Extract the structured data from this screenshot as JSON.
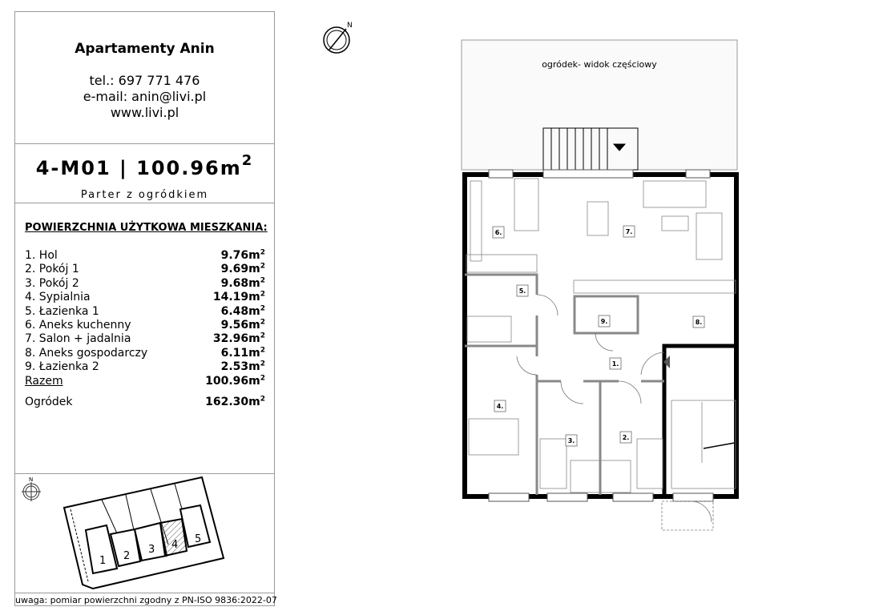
{
  "header": {
    "brand": "Apartamenty Anin",
    "phone": "tel.: 697 771 476",
    "email": "e-mail: anin@livi.pl",
    "website": "www.livi.pl"
  },
  "unit": {
    "code": "4-M01 | 100.96m",
    "code_sup": "2",
    "subtitle": "Parter z ogródkiem"
  },
  "area": {
    "heading": "POWIERZCHNIA UŻYTKOWA MIESZKANIA:",
    "unit_sup": "2",
    "rooms": [
      {
        "label": "1. Hol",
        "value": "9.76m"
      },
      {
        "label": "2. Pokój 1",
        "value": "9.69m"
      },
      {
        "label": "3. Pokój 2",
        "value": "9.68m"
      },
      {
        "label": "4. Sypialnia",
        "value": "14.19m"
      },
      {
        "label": "5. Łazienka 1",
        "value": "6.48m"
      },
      {
        "label": "6. Aneks kuchenny",
        "value": "9.56m"
      },
      {
        "label": "7. Salon + jadalnia",
        "value": "32.96m"
      },
      {
        "label": "8. Aneks gospodarczy",
        "value": "6.11m"
      },
      {
        "label": "9. Łazienka 2",
        "value": "2.53m"
      }
    ],
    "total": {
      "label": "Razem",
      "value": "100.96m"
    },
    "garden": {
      "label": "Ogródek",
      "value": "162.30m"
    }
  },
  "site_plan": {
    "north": "N",
    "units": [
      "1",
      "2",
      "3",
      "4",
      "5"
    ],
    "highlighted_unit": "4"
  },
  "note": "uwaga: pomiar powierzchni zgodny z PN-ISO 9836:2022-07",
  "floor_plan": {
    "north": "N",
    "garden_label": "ogródek- widok częściowy",
    "room_numbers": [
      "1.",
      "2.",
      "3.",
      "4.",
      "5.",
      "6.",
      "7.",
      "8.",
      "9."
    ]
  }
}
